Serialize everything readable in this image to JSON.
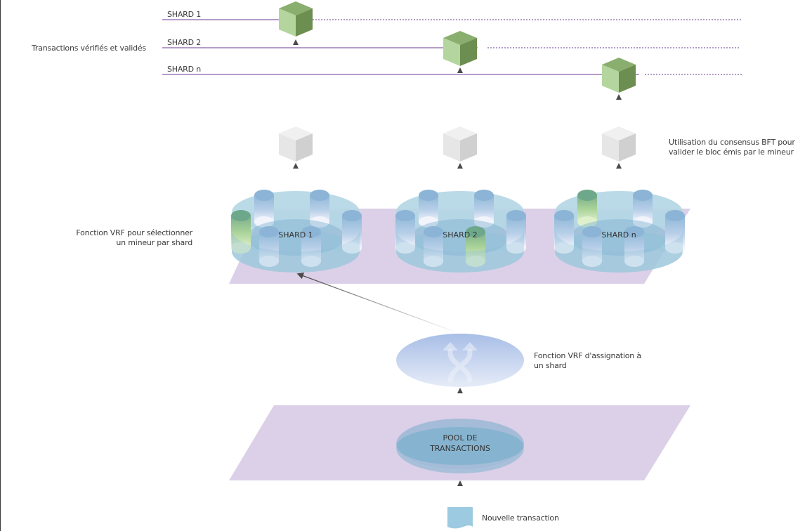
{
  "diagram": {
    "shard_lines": [
      {
        "label": "SHARD 1"
      },
      {
        "label": "SHARD 2"
      },
      {
        "label": "SHARD n"
      }
    ],
    "validated_label": "Transactions vérifiés et validés",
    "bft_label_line1": "Utilisation du consensus BFT pour",
    "bft_label_line2": "valider le bloc émis par le mineur",
    "vrf_select_line1": "Fonction VRF pour sélectionner",
    "vrf_select_line2": "un mineur par shard",
    "shards": [
      {
        "label": "SHARD 1"
      },
      {
        "label": "SHARD 2"
      },
      {
        "label": "SHARD n"
      }
    ],
    "vrf_assign_line1": "Fonction VRF d'assignation à",
    "vrf_assign_line2": "un shard",
    "pool_line1": "POOL DE",
    "pool_line2": "TRANSACTIONS",
    "new_tx_label": "Nouvelle transaction",
    "colors": {
      "line": "#b49cc8",
      "plane": "#dcd0e8",
      "cube_green_top": "#8aae6e",
      "cube_green_left": "#b4d69e",
      "cube_green_right": "#6c8e50",
      "shard_disc": "#a8cfe0",
      "miner_green": "#b8dc9c",
      "pool": "#86b4d0",
      "vrf_ellipse": "#b4c8e8"
    }
  }
}
